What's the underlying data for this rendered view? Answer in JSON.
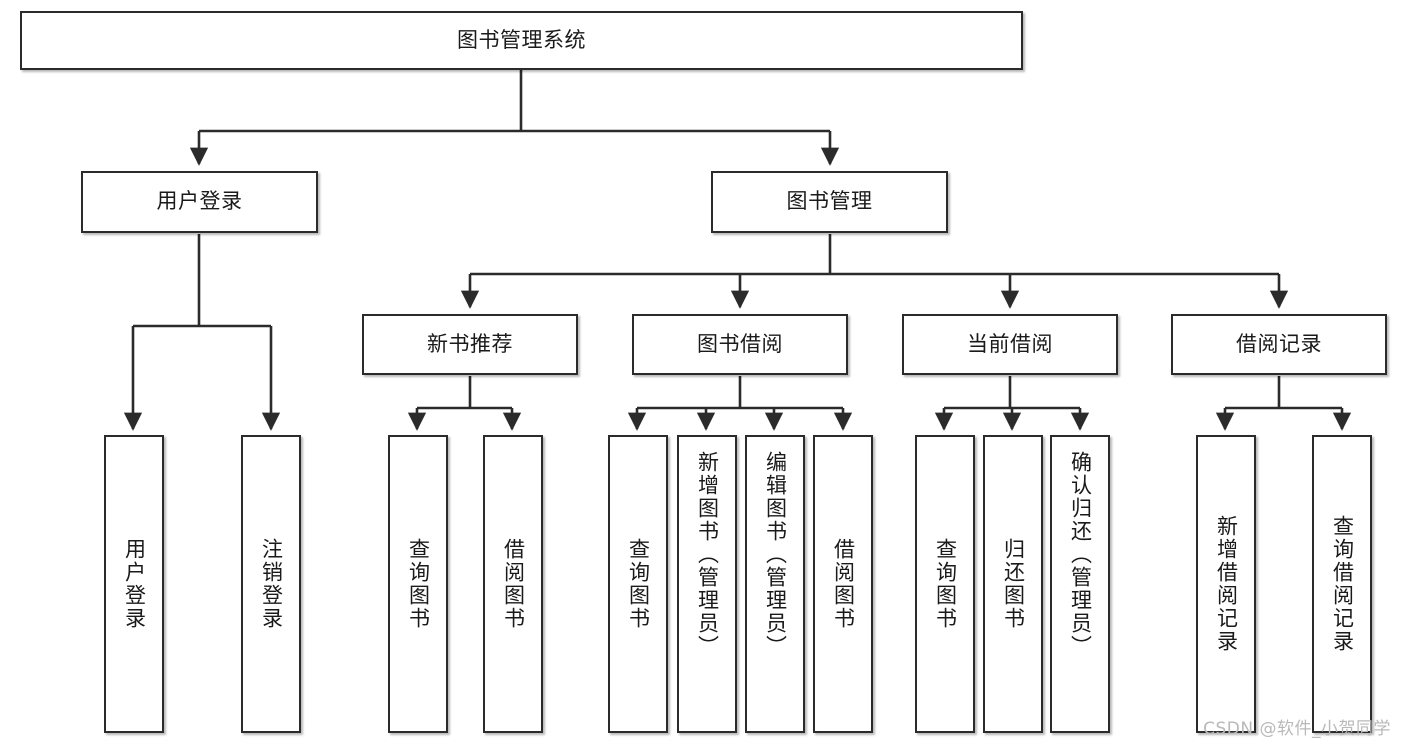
{
  "diagram": {
    "title": "图书管理系统",
    "type": "tree",
    "watermark": "CSDN @软件_小贺同学",
    "colors": {
      "box_border": "#2b2b2b",
      "box_fill": "#ffffff",
      "edge": "#2b2b2b",
      "text": "#1a1a1a",
      "watermark": "#b9b9b9"
    },
    "root": {
      "label": "图书管理系统"
    },
    "level2": [
      {
        "label": "用户登录"
      },
      {
        "label": "图书管理"
      }
    ],
    "level3": [
      {
        "label": "新书推荐"
      },
      {
        "label": "图书借阅"
      },
      {
        "label": "当前借阅"
      },
      {
        "label": "借阅记录"
      }
    ],
    "leaves": {
      "user_login": [
        {
          "label": "用户登录"
        },
        {
          "label": "注销登录"
        }
      ],
      "new_book": [
        {
          "label": "查询图书"
        },
        {
          "label": "借阅图书"
        }
      ],
      "borrow_book": [
        {
          "label": "查询图书"
        },
        {
          "label": "新增图书（管理员）"
        },
        {
          "label": "编辑图书（管理员）"
        },
        {
          "label": "借阅图书"
        }
      ],
      "current_borrow": [
        {
          "label": "查询图书"
        },
        {
          "label": "归还图书"
        },
        {
          "label": "确认归还（管理员）"
        }
      ],
      "borrow_record": [
        {
          "label": "新增借阅记录"
        },
        {
          "label": "查询借阅记录"
        }
      ]
    }
  }
}
